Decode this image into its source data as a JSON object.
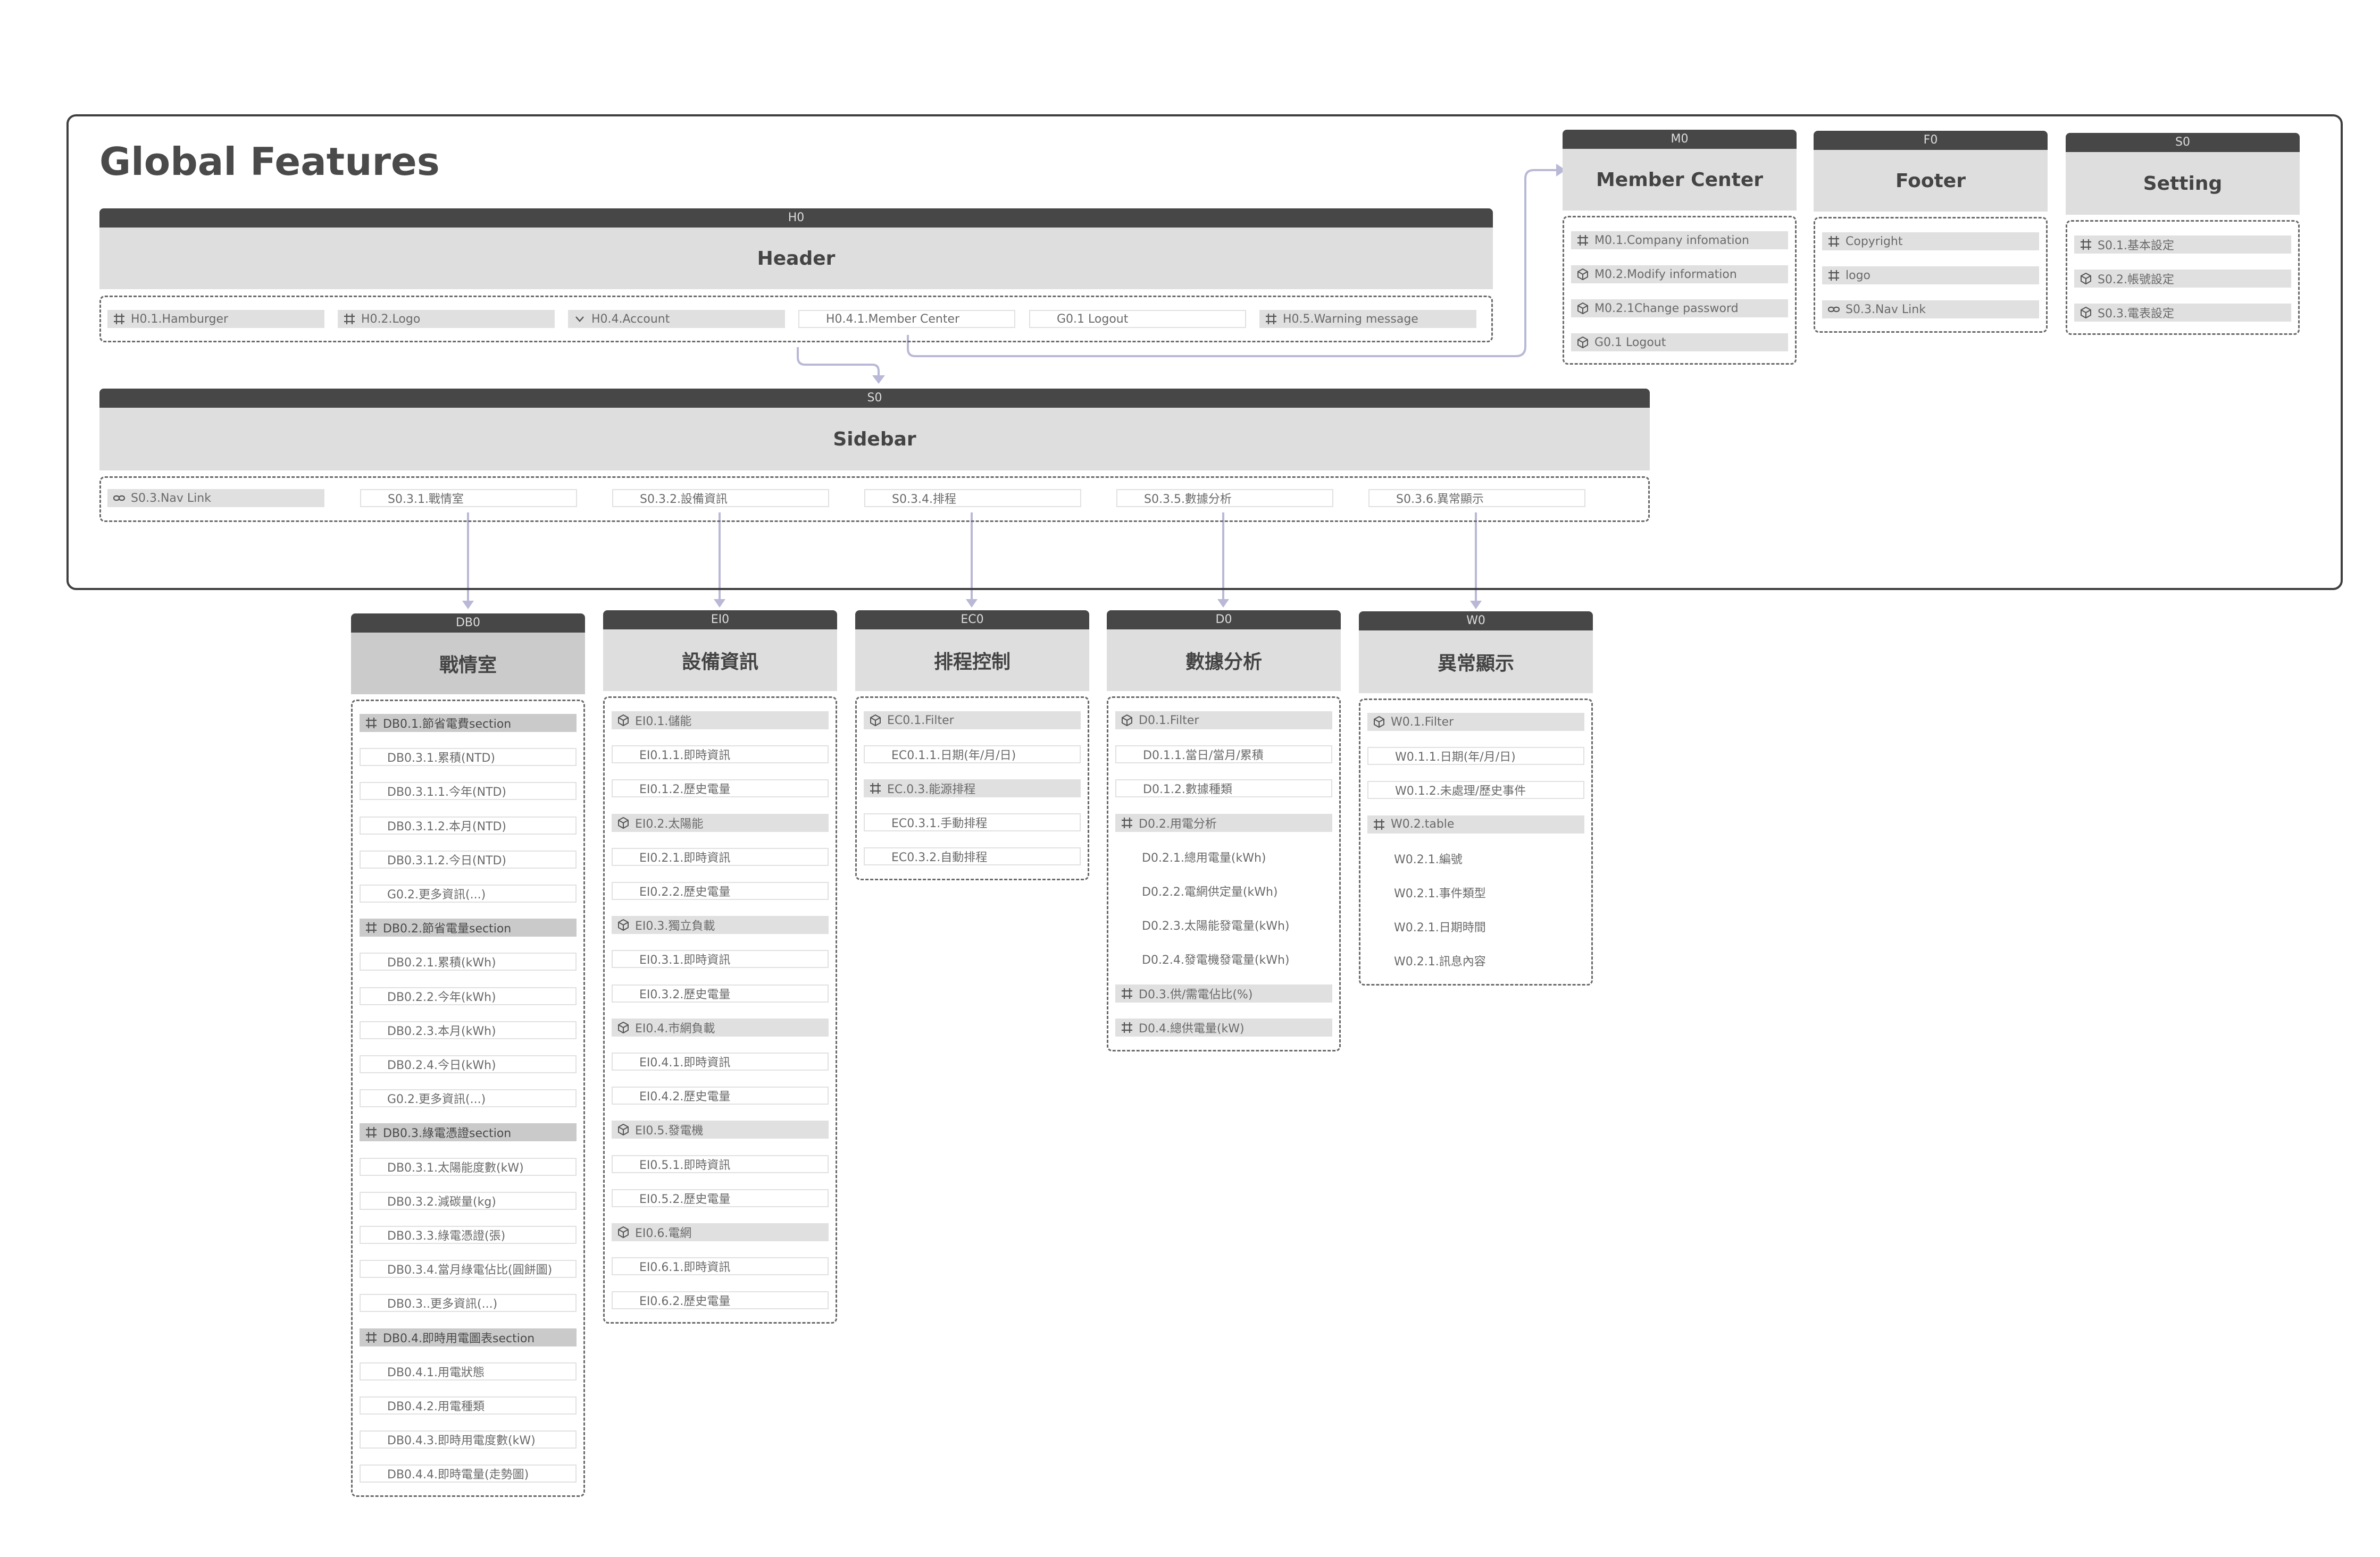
{
  "global": {
    "title": "Global Features"
  },
  "colors": {
    "bar": "#474747",
    "title_bg": "#dedede",
    "item_fill": "#e0e0e0",
    "connector": "#b9b8d6"
  },
  "header": {
    "code": "H0",
    "title": "Header",
    "items": [
      {
        "label": "H0.1.Hamburger",
        "icon": "frame-icon"
      },
      {
        "label": "H0.2.Logo",
        "icon": "frame-icon"
      },
      {
        "label": "H0.4.Account",
        "icon": "chevron-down-icon"
      },
      {
        "label": "H0.4.1.Member Center",
        "icon": ""
      },
      {
        "label": "G0.1 Logout",
        "icon": ""
      },
      {
        "label": "H0.5.Warning message",
        "icon": "frame-icon"
      }
    ]
  },
  "sidebar": {
    "code": "S0",
    "title": "Sidebar",
    "items": [
      {
        "label": "S0.3.Nav Link",
        "icon": "link-icon"
      },
      {
        "label": "S0.3.1.戰情室",
        "icon": ""
      },
      {
        "label": "S0.3.2.設備資訊",
        "icon": ""
      },
      {
        "label": "S0.3.4.排程",
        "icon": ""
      },
      {
        "label": "S0.3.5.數據分析",
        "icon": ""
      },
      {
        "label": "S0.3.6.異常顯示",
        "icon": ""
      }
    ]
  },
  "member_center": {
    "code": "M0",
    "title": "Member Center",
    "items": [
      {
        "label": "M0.1.Company  infomation",
        "icon": "frame-icon"
      },
      {
        "label": "M0.2.Modify information",
        "icon": "component-icon"
      },
      {
        "label": "M0.2.1Change password",
        "icon": "component-icon"
      },
      {
        "label": "G0.1 Logout",
        "icon": "component-icon"
      }
    ]
  },
  "footer": {
    "code": "F0",
    "title": "Footer",
    "items": [
      {
        "label": "Copyright",
        "icon": "frame-icon"
      },
      {
        "label": "logo",
        "icon": "frame-icon"
      },
      {
        "label": "S0.3.Nav Link",
        "icon": "link-icon"
      }
    ]
  },
  "setting": {
    "code": "S0",
    "title": "Setting",
    "items": [
      {
        "label": "S0.1.基本設定",
        "icon": "frame-icon"
      },
      {
        "label": "S0.2.帳號設定",
        "icon": "component-icon"
      },
      {
        "label": "S0.3.電表設定",
        "icon": "component-icon"
      }
    ]
  },
  "dashboard": {
    "code": "DB0",
    "title": "戰情室",
    "items": [
      {
        "label": "DB0.1.節省電費section",
        "icon": "frame-icon",
        "style": "dfill"
      },
      {
        "label": "DB0.3.1.累積(NTD)",
        "style": "outline"
      },
      {
        "label": "DB0.3.1.1.今年(NTD)",
        "style": "outline"
      },
      {
        "label": "DB0.3.1.2.本月(NTD)",
        "style": "outline"
      },
      {
        "label": "DB0.3.1.2.今日(NTD)",
        "style": "outline"
      },
      {
        "label": "G0.2.更多資訊(...)",
        "style": "outline"
      },
      {
        "label": "DB0.2.節省電量section",
        "icon": "frame-icon",
        "style": "dfill"
      },
      {
        "label": "DB0.2.1.累積(kWh)",
        "style": "outline"
      },
      {
        "label": "DB0.2.2.今年(kWh)",
        "style": "outline"
      },
      {
        "label": "DB0.2.3.本月(kWh)",
        "style": "outline"
      },
      {
        "label": "DB0.2.4.今日(kWh)",
        "style": "outline"
      },
      {
        "label": "G0.2.更多資訊(...)",
        "style": "outline"
      },
      {
        "label": "DB0.3.綠電憑證section",
        "icon": "frame-icon",
        "style": "dfill"
      },
      {
        "label": "DB0.3.1.太陽能度數(kW)",
        "style": "outline"
      },
      {
        "label": "DB0.3.2.減碳量(kg)",
        "style": "outline"
      },
      {
        "label": "DB0.3.3.綠電憑證(張)",
        "style": "outline"
      },
      {
        "label": "DB0.3.4.當月綠電佔比(圓餅圖)",
        "style": "outline"
      },
      {
        "label": "DB0.3..更多資訊(...)",
        "style": "outline"
      },
      {
        "label": "DB0.4.即時用電圖表section",
        "icon": "frame-icon",
        "style": "dfill"
      },
      {
        "label": "DB0.4.1.用電狀態",
        "style": "outline"
      },
      {
        "label": "DB0.4.2.用電種類",
        "style": "outline"
      },
      {
        "label": "DB0.4.3.即時用電度數(kW)",
        "style": "outline"
      },
      {
        "label": "DB0.4.4.即時電量(走勢圖)",
        "style": "outline"
      }
    ]
  },
  "equipment": {
    "code": "EI0",
    "title": "設備資訊",
    "items": [
      {
        "label": "EI0.1.儲能",
        "icon": "component-icon",
        "style": "fill"
      },
      {
        "label": "EI0.1.1.即時資訊",
        "style": "outline"
      },
      {
        "label": "EI0.1.2.歷史電量",
        "style": "outline"
      },
      {
        "label": "EI0.2.太陽能",
        "icon": "component-icon",
        "style": "fill"
      },
      {
        "label": "EI0.2.1.即時資訊",
        "style": "outline"
      },
      {
        "label": "EI0.2.2.歷史電量",
        "style": "outline"
      },
      {
        "label": "EI0.3.獨立負載",
        "icon": "component-icon",
        "style": "fill"
      },
      {
        "label": "EI0.3.1.即時資訊",
        "style": "outline"
      },
      {
        "label": "EI0.3.2.歷史電量",
        "style": "outline"
      },
      {
        "label": "EI0.4.市網負載",
        "icon": "component-icon",
        "style": "fill"
      },
      {
        "label": "EI0.4.1.即時資訊",
        "style": "outline"
      },
      {
        "label": "EI0.4.2.歷史電量",
        "style": "outline"
      },
      {
        "label": "EI0.5.發電機",
        "icon": "component-icon",
        "style": "fill"
      },
      {
        "label": "EI0.5.1.即時資訊",
        "style": "outline"
      },
      {
        "label": "EI0.5.2.歷史電量",
        "style": "outline"
      },
      {
        "label": "EI0.6.電網",
        "icon": "component-icon",
        "style": "fill"
      },
      {
        "label": "EI0.6.1.即時資訊",
        "style": "outline"
      },
      {
        "label": "EI0.6.2.歷史電量",
        "style": "outline"
      }
    ]
  },
  "schedule": {
    "code": "EC0",
    "title": "排程控制",
    "items": [
      {
        "label": "EC0.1.Filter",
        "icon": "component-icon",
        "style": "fill"
      },
      {
        "label": "EC0.1.1.日期(年/月/日)",
        "style": "outline"
      },
      {
        "label": "EC.0.3.能源排程",
        "icon": "frame-icon",
        "style": "fill"
      },
      {
        "label": "EC0.3.1.手動排程",
        "style": "outline"
      },
      {
        "label": "EC0.3.2.自動排程",
        "style": "outline"
      }
    ]
  },
  "analysis": {
    "code": "D0",
    "title": "數據分析",
    "items": [
      {
        "label": "D0.1.Filter",
        "icon": "component-icon",
        "style": "fill"
      },
      {
        "label": "D0.1.1.當日/當月/累積",
        "style": "outline"
      },
      {
        "label": "D0.1.2.數據種類",
        "style": "outline"
      },
      {
        "label": "D0.2.用電分析",
        "icon": "frame-icon",
        "style": "fill"
      },
      {
        "label": "D0.2.1.總用電量(kWh)",
        "style": "plain"
      },
      {
        "label": "D0.2.2.電網供定量(kWh)",
        "style": "plain"
      },
      {
        "label": "D0.2.3.太陽能發電量(kWh)",
        "style": "plain"
      },
      {
        "label": "D0.2.4.發電機發電量(kWh)",
        "style": "plain"
      },
      {
        "label": "D0.3.供/需電佔比(%)",
        "icon": "frame-icon",
        "style": "fill"
      },
      {
        "label": "D0.4.總供電量(kW)",
        "icon": "frame-icon",
        "style": "fill"
      }
    ]
  },
  "warning": {
    "code": "W0",
    "title": "異常顯示",
    "items": [
      {
        "label": "W0.1.Filter",
        "icon": "component-icon",
        "style": "fill"
      },
      {
        "label": "W0.1.1.日期(年/月/日)",
        "style": "outline"
      },
      {
        "label": "W0.1.2.未處理/歷史事件",
        "style": "outline"
      },
      {
        "label": "W0.2.table",
        "icon": "frame-icon",
        "style": "fill"
      },
      {
        "label": "W0.2.1.編號",
        "style": "plain"
      },
      {
        "label": "W0.2.1.事件類型",
        "style": "plain"
      },
      {
        "label": "W0.2.1.日期時間",
        "style": "plain"
      },
      {
        "label": "W0.2.1.訊息內容",
        "style": "plain"
      }
    ]
  }
}
